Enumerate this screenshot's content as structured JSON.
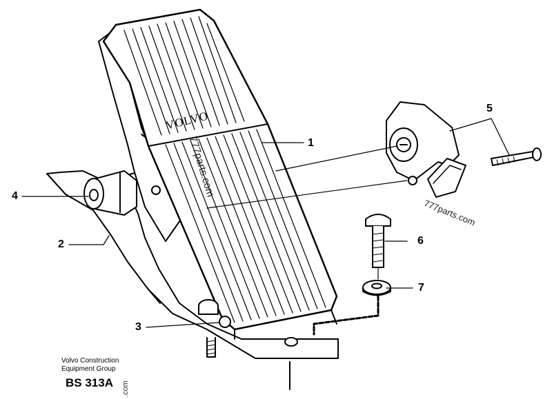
{
  "diagram": {
    "brand_mark": "VOLVO",
    "callouts": [
      {
        "id": "1",
        "label": "1"
      },
      {
        "id": "2",
        "label": "2"
      },
      {
        "id": "3",
        "label": "3"
      },
      {
        "id": "4",
        "label": "4"
      },
      {
        "id": "5",
        "label": "5"
      },
      {
        "id": "6",
        "label": "6"
      },
      {
        "id": "7",
        "label": "7"
      }
    ],
    "watermarks": {
      "pedal": "777parts.com",
      "right": "777parts.com",
      "bottom": ".com"
    }
  },
  "footer": {
    "org_line1": "Volvo Construction",
    "org_line2": "Equipment Group",
    "drawing_code": "BS 313A"
  }
}
